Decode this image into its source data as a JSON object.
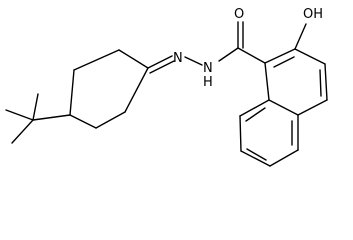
{
  "molecule": {
    "atoms": {
      "oxygen_carbonyl": "O",
      "hydroxyl": "OH",
      "nitrogen_imine": "N",
      "amide_nh": "N",
      "amide_h": "H"
    }
  }
}
